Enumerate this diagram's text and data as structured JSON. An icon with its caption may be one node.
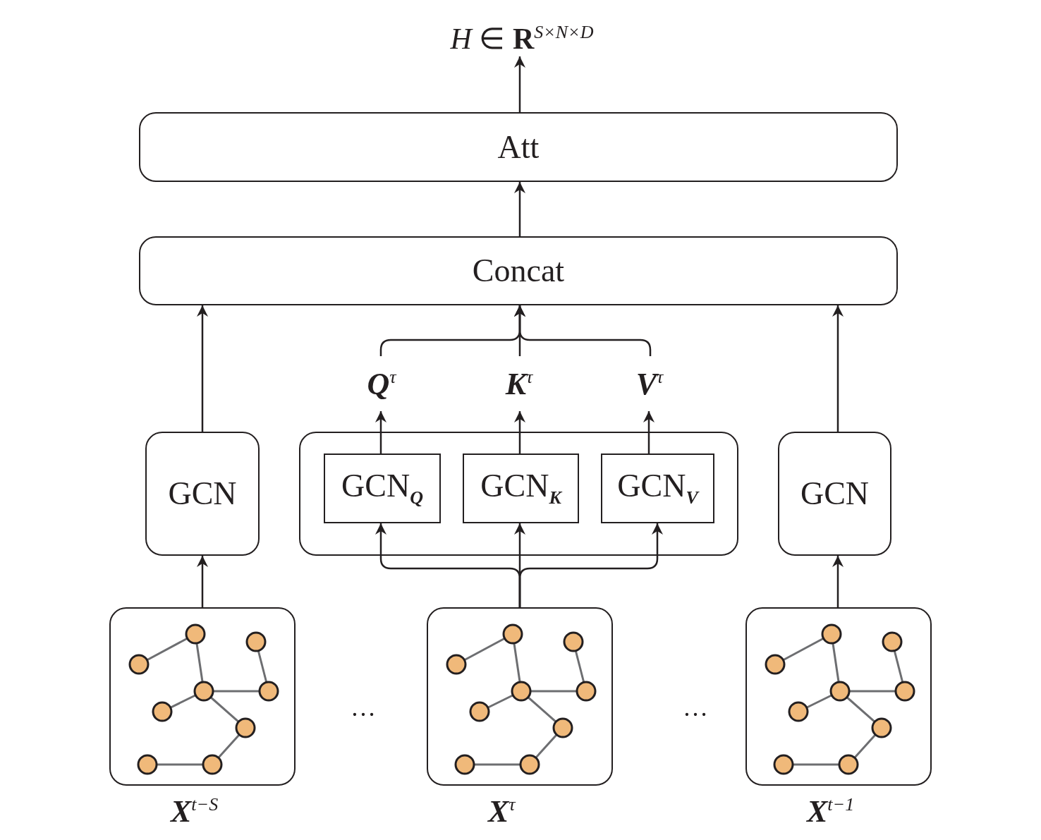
{
  "diagram": {
    "nodes": [
      {
        "text": [
          "Att"
        ]
      },
      {
        "text": [
          "Concat"
        ]
      },
      {
        "text": [
          "GCN"
        ]
      },
      {
        "text": [],
        "shape": "box"
      },
      {
        "text": [
          "GCN$_{Q}$"
        ],
        "in": 3
      },
      {
        "text": [
          "GCN$_{K}$"
        ],
        "in": 3
      },
      {
        "text": [
          "GCN$_{V}$"
        ],
        "in": 3
      },
      {
        "text": [
          "GCN"
        ]
      },
      {
        "text": [],
        "shape": "picture",
        "beside": [
          "X$^{t−S}$"
        ]
      },
      {
        "text": [],
        "shape": "picture",
        "beside": [
          "X$^{τ}$"
        ]
      },
      {
        "text": [],
        "shape": "picture",
        "beside": [
          "X$^{t−1}$"
        ]
      },
      {
        "text": [
          "Q$^{τ}$"
        ]
      },
      {
        "text": [
          "K$^{τ}$"
        ]
      },
      {
        "text": [
          "V$^{τ}$"
        ]
      },
      {
        "text": [
          "*H* ∈ **R**$^{S×N×D}$"
        ]
      }
    ],
    "edges": [
      {
        "from": 0,
        "to": 14,
        "arrow": "to"
      },
      {
        "from": 1,
        "to": 0,
        "arrow": "to"
      },
      {
        "from": 2,
        "to": 1,
        "arrow": "to"
      },
      {
        "from": 11,
        "to": 1,
        "arrow": "to"
      },
      {
        "from": 12,
        "to": 1,
        "arrow": "to"
      },
      {
        "from": 13,
        "to": 1,
        "arrow": "to"
      },
      {
        "from": 7,
        "to": 1,
        "arrow": "to"
      },
      {
        "from": 4,
        "to": 11,
        "arrow": "to"
      },
      {
        "from": 5,
        "to": 12,
        "arrow": "to"
      },
      {
        "from": 6,
        "to": 13,
        "arrow": "to"
      },
      {
        "from": 8,
        "to": 2,
        "arrow": "to"
      },
      {
        "from": 9,
        "to": 4,
        "arrow": "to"
      },
      {
        "from": 9,
        "to": 5,
        "arrow": "to"
      },
      {
        "from": 9,
        "to": 6,
        "arrow": "to"
      },
      {
        "from": 10,
        "to": 7,
        "arrow": "to"
      }
    ],
    "labels": [
      "…",
      "…"
    ]
  }
}
